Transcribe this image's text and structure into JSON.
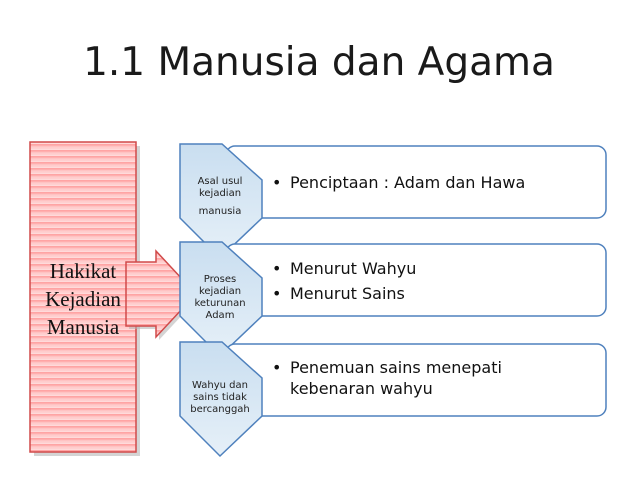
{
  "title": "1.1 Manusia dan Agama",
  "main": {
    "lines": [
      "Hakikat",
      "Kejadian",
      "Manusia"
    ]
  },
  "rows": [
    {
      "chevron_lines": [
        "Asal usul",
        "kejadian",
        "manusia"
      ],
      "bullets": [
        "Penciptaan : Adam dan Hawa"
      ]
    },
    {
      "chevron_lines": [
        "Proses",
        "kejadian",
        "keturunan",
        "Adam"
      ],
      "bullets": [
        "Menurut Wahyu",
        "Menurut Sains"
      ]
    },
    {
      "chevron_lines": [
        "Wahyu dan",
        "sains tidak",
        "bercanggah"
      ],
      "bullets": [
        "Penemuan sains menepati kebenaran wahyu"
      ]
    }
  ],
  "colors": {
    "main_fill_top": "#ffb3b3",
    "main_fill_bottom": "#ffd9d9",
    "chevron_fill": "#dbeaf4",
    "chevron_stroke": "#4f81bd",
    "box_stroke": "#4f81bd"
  }
}
